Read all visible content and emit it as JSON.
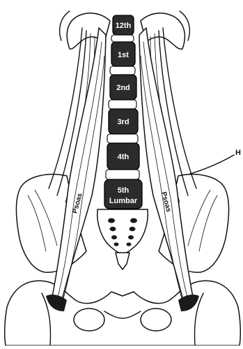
{
  "vertebrae": [
    {
      "label": "12th"
    },
    {
      "label": "1st"
    },
    {
      "label": "2nd"
    },
    {
      "label": "3rd"
    },
    {
      "label": "4th"
    },
    {
      "label": "5th",
      "label2": "Lumbar"
    }
  ],
  "muscles": {
    "left": "Psoas",
    "right": "Psoas"
  },
  "callout": {
    "label": "H"
  }
}
